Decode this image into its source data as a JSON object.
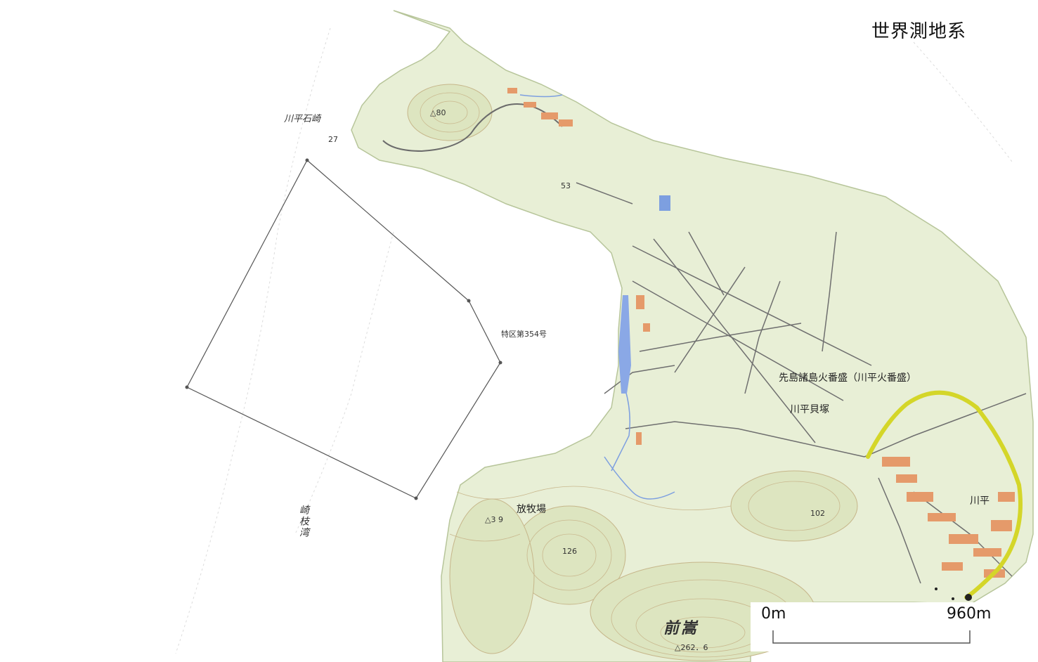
{
  "map": {
    "datum_label": "世界測地系",
    "zone_label": "特区第354号",
    "place_labels": {
      "kawahira_ishihana": "川平石崎",
      "hoboku": "放牧場",
      "bay": "崎枝湾",
      "maedake": "前嵩",
      "fire_beacon": "先島諸島火番盛（川平火番盛）",
      "kabira_kaizuka": "川平貝塚",
      "kabira": "川平"
    },
    "elevations": {
      "peak_north": "△80",
      "ishihana": "27",
      "hill_53": "53",
      "hoboku_pt": "△3 9",
      "hill_126": "126",
      "hill_102": "102",
      "maedake": "△262．6"
    },
    "scale": {
      "start": "0m",
      "end": "960m"
    },
    "colors": {
      "land": "#e9f0d8",
      "hill": "#dfe6c3",
      "contour": "#c9b88e",
      "road": "#6b6b6b",
      "water": "#7d9fe0",
      "settlement": "#e59a6a",
      "highlight": "#d4d629",
      "boundary": "#555555"
    }
  }
}
